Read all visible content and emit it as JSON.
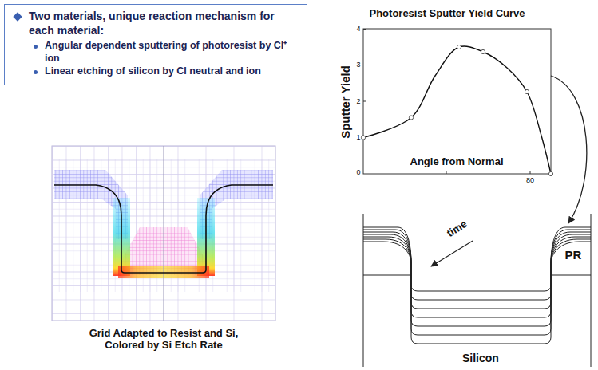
{
  "diagram": {
    "nodes": [
      {
        "text": [
          "Two materials, unique reaction mechanism for each material:",
          "Angular dependent sputtering of photoresist by Cl⁺ ion",
          "Linear etching of silicon by Cl neutral and ion"
        ]
      }
    ],
    "edges": [],
    "labels": [
      "Grid Adapted to Resist and Si, Colored by Si Etch Rate",
      "Photoresist Sputter Yield Curve",
      "Sputter Yield",
      "4",
      "3",
      "2",
      "1",
      "0",
      "80",
      "Angle from Normal",
      "time",
      "PR",
      "Silicon"
    ]
  }
}
